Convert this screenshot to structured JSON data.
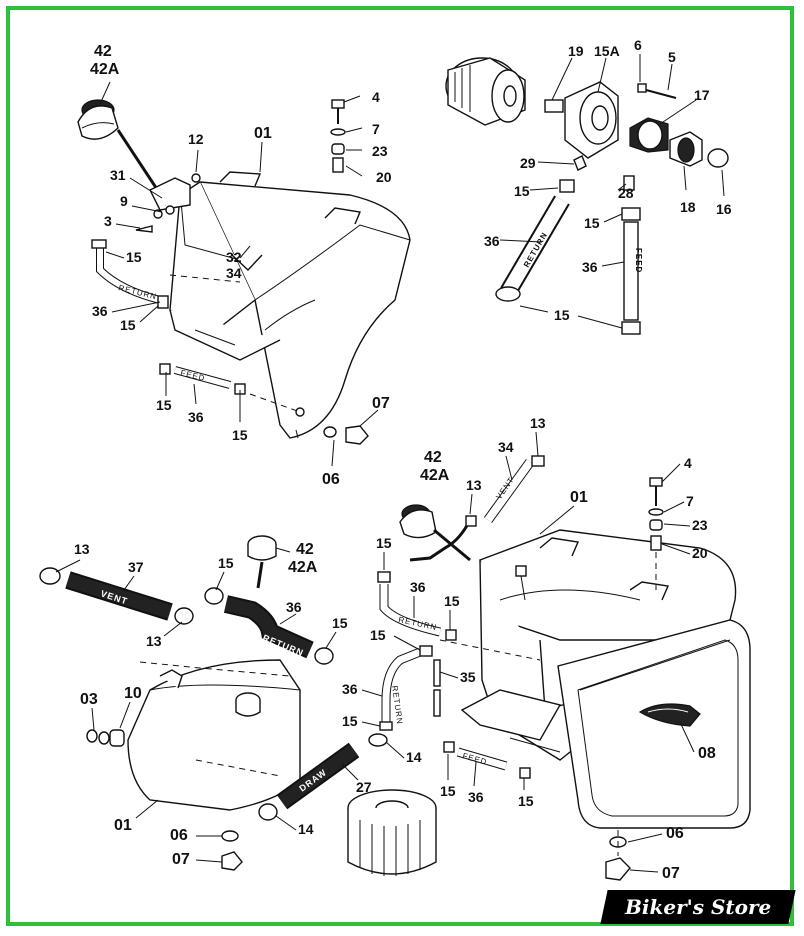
{
  "labels": {
    "l42a_1": "42",
    "l42b_1": "42A",
    "l12": "12",
    "l01_1": "01",
    "l31": "31",
    "l9": "9",
    "l3": "3",
    "l32": "32",
    "l34_1": "34",
    "l15_1": "15",
    "l36_1": "36",
    "l15_2": "15",
    "l15_3": "15",
    "l36_2": "36",
    "l15_4": "15",
    "l4_1": "4",
    "l7_1": "7",
    "l23_1": "23",
    "l20_1": "20",
    "l07_1": "07",
    "l06_1": "06",
    "l19": "19",
    "l15A": "15A",
    "l6": "6",
    "l5": "5",
    "l17": "17",
    "l29": "29",
    "l15_5": "15",
    "l28": "28",
    "l18": "18",
    "l16": "16",
    "l36_3": "36",
    "l15_6": "15",
    "l36_4": "36",
    "l15_7": "15",
    "l13_1": "13",
    "l42a_2": "42",
    "l42b_2": "42A",
    "l13_2": "13",
    "l34_2": "34",
    "l01_2": "01",
    "l4_2": "4",
    "l7_2": "7",
    "l23_2": "23",
    "l20_2": "20",
    "l15_8": "15",
    "l36_5": "36",
    "l15_9": "15",
    "l15_10": "15",
    "l35": "35",
    "l36_6": "36",
    "l15_11": "15",
    "l14_1": "14",
    "l15_12": "15",
    "l36_7": "36",
    "l15_13": "15",
    "l08": "08",
    "l06_2": "06",
    "l07_2": "07",
    "l13_3": "13",
    "l37": "37",
    "l15_14": "15",
    "l42a_3": "42",
    "l42b_3": "42A",
    "l36_8": "36",
    "l13_4": "13",
    "l15_15": "15",
    "l03": "03",
    "l10": "10",
    "l27": "27",
    "l01_3": "01",
    "l14_2": "14",
    "l06_3": "06",
    "l07_3": "07"
  },
  "tube_text": {
    "return_1": "RETURN",
    "return_2": "RETURN",
    "feed_1": "FEED",
    "feed_2": "FEED",
    "vent_1": "VENT",
    "vent_2": "VENT",
    "return_3": "RETURN",
    "return_4": "RETURN",
    "return_5": "RETURN",
    "feed_3": "FEED",
    "draw": "DRAW"
  },
  "store": {
    "name": "Biker's Store"
  },
  "colors": {
    "frame": "#2fbf3a",
    "ink": "#111111",
    "badge": "#000000"
  }
}
